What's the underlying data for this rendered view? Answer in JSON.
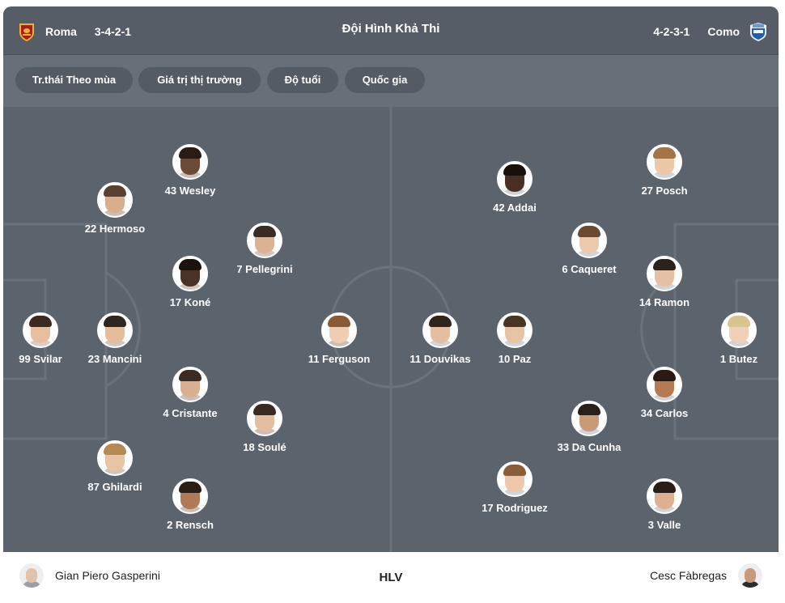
{
  "header": {
    "title": "Đội Hình Khả Thi",
    "home": {
      "name": "Roma",
      "formation": "3-4-2-1",
      "crest_icon": "roma-crest-icon"
    },
    "away": {
      "name": "Como",
      "formation": "4-2-3-1",
      "crest_icon": "como-crest-icon"
    }
  },
  "tabs": [
    {
      "label": "Tr.thái Theo mùa"
    },
    {
      "label": "Giá trị thị trường"
    },
    {
      "label": "Độ tuổi"
    },
    {
      "label": "Quốc gia"
    }
  ],
  "home_players": [
    {
      "label": "99 Svilar",
      "skin": "#e7bfa0",
      "hair": "#3a2a20",
      "shirt": "#d8d0c8"
    },
    {
      "label": "22 Hermoso",
      "skin": "#d9ae8c",
      "hair": "#5a4030",
      "shirt": "#c8c0b8"
    },
    {
      "label": "23 Mancini",
      "skin": "#e5bc9c",
      "hair": "#2f2620",
      "shirt": "#d0c8c0"
    },
    {
      "label": "87 Ghilardi",
      "skin": "#e8c4a4",
      "hair": "#b58a52",
      "shirt": "#cfc6bc"
    },
    {
      "label": "43 Wesley",
      "skin": "#6b4a36",
      "hair": "#2a1c14",
      "shirt": "#c8c0b8"
    },
    {
      "label": "17 Koné",
      "skin": "#4a3226",
      "hair": "#1a120c",
      "shirt": "#d0c8c0"
    },
    {
      "label": "4 Cristante",
      "skin": "#d8b090",
      "hair": "#3a2c22",
      "shirt": "#c8c0b8"
    },
    {
      "label": "2 Rensch",
      "skin": "#b07a58",
      "hair": "#2a1e16",
      "shirt": "#c8c0b8"
    },
    {
      "label": "7 Pellegrini",
      "skin": "#dcb294",
      "hair": "#3a2c22",
      "shirt": "#d0c8c0"
    },
    {
      "label": "18 Soulé",
      "skin": "#e4bea0",
      "hair": "#3a2a20",
      "shirt": "#c8c0b8"
    },
    {
      "label": "11 Ferguson",
      "skin": "#f0cdb2",
      "hair": "#8a5a34",
      "shirt": "#c8c0b8"
    }
  ],
  "away_players": [
    {
      "label": "27 Posch",
      "skin": "#edc8a8",
      "hair": "#a27446",
      "shirt": "#d0d4da"
    },
    {
      "label": "14 Ramon",
      "skin": "#e6c0a2",
      "hair": "#2c221c",
      "shirt": "#d0d4da"
    },
    {
      "label": "34 Carlos",
      "skin": "#b47a52",
      "hair": "#2a1a12",
      "shirt": "#d0d4da"
    },
    {
      "label": "3 Valle",
      "skin": "#dcb090",
      "hair": "#2a1e18",
      "shirt": "#d0d4da"
    },
    {
      "label": "1 Butez",
      "skin": "#f0d0b6",
      "hair": "#d8c490",
      "shirt": "#d0d4da"
    },
    {
      "label": "6 Caqueret",
      "skin": "#eccaae",
      "hair": "#6a4a30",
      "shirt": "#d0d4da"
    },
    {
      "label": "33 Da Cunha",
      "skin": "#c89a78",
      "hair": "#2a201a",
      "shirt": "#d0d4da"
    },
    {
      "label": "42 Addai",
      "skin": "#4a3024",
      "hair": "#1a100a",
      "shirt": "#d0d4da"
    },
    {
      "label": "10 Paz",
      "skin": "#e8c4a6",
      "hair": "#4a3424",
      "shirt": "#d0d4da"
    },
    {
      "label": "17 Rodriguez",
      "skin": "#eec8aa",
      "hair": "#8a5c38",
      "shirt": "#d0d4da"
    },
    {
      "label": "11 Douvikas",
      "skin": "#e4be9e",
      "hair": "#2e241c",
      "shirt": "#d0d4da"
    }
  ],
  "coaches": {
    "label": "HLV",
    "home": {
      "name": "Gian Piero Gasperini",
      "skin": "#e2c2a8",
      "shirt": "#9aa0a8"
    },
    "away": {
      "name": "Cesc Fàbregas",
      "skin": "#c89a7a",
      "shirt": "#2c2c30"
    }
  },
  "colors": {
    "header_bg": "#565d66",
    "tabs_bg": "#677079",
    "pitch_bg": "#5b636d",
    "pitch_lines": "#6a727c"
  }
}
